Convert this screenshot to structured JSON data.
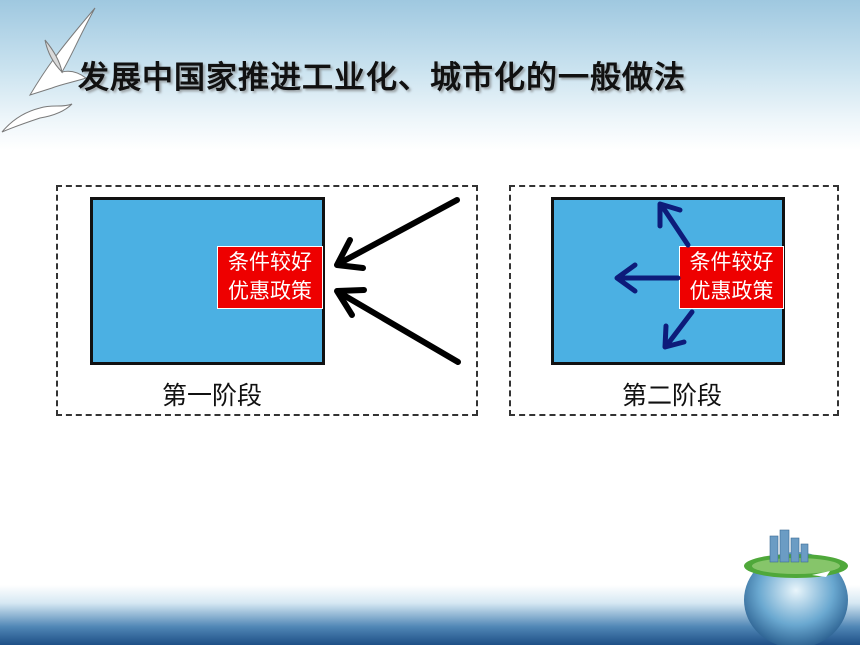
{
  "slide": {
    "title": "发展中国家推进工业化、城市化的一般做法"
  },
  "stage1": {
    "label": "第一阶段",
    "policy_line1": "条件较好",
    "policy_line2": "优惠政策",
    "arrow_color": "#000000",
    "arrows": "inward"
  },
  "stage2": {
    "label": "第二阶段",
    "policy_line1": "条件较好",
    "policy_line2": "优惠政策",
    "arrow_color": "#0d1b7a",
    "arrows": "outward"
  },
  "colors": {
    "region_fill": "#4bb0e3",
    "policy_fill": "#ee0000",
    "policy_text": "#ffffff"
  },
  "icons": [
    "seagull-icon",
    "globe-city-icon"
  ]
}
